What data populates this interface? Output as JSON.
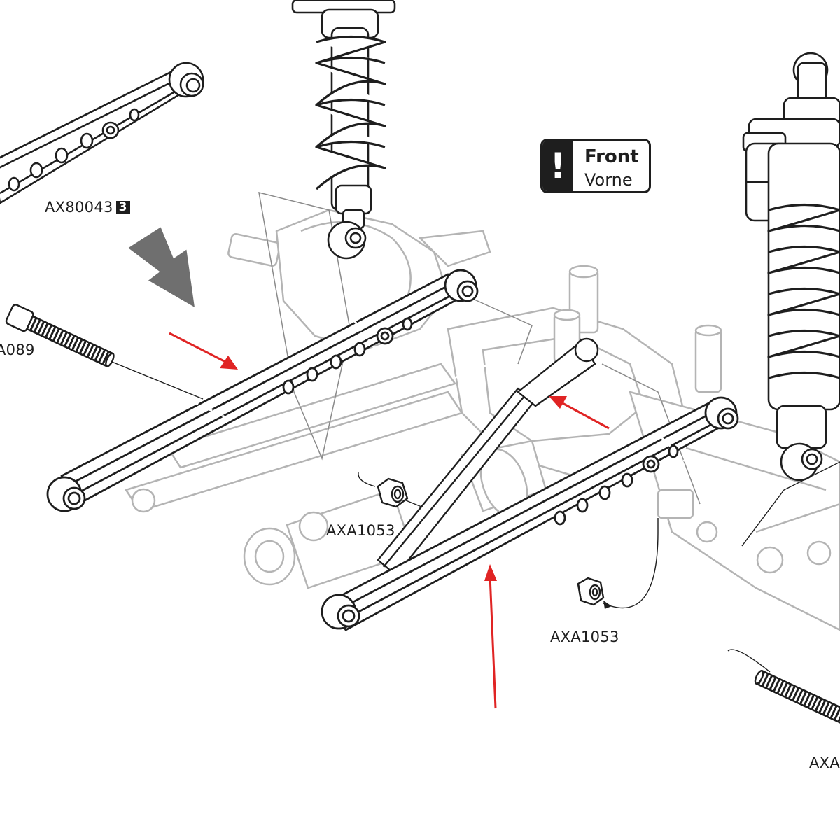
{
  "notice": {
    "icon": "exclamation-icon",
    "symbol": "!",
    "line1": "Front",
    "line2": "Vorne"
  },
  "parts": {
    "link_top": {
      "code": "AX80043",
      "quantity": "3"
    },
    "screw_left": {
      "code": "A089"
    },
    "nut_center": {
      "code": "AXA1053"
    },
    "nut_right": {
      "code": "AXA1053"
    },
    "screw_right": {
      "code": "AXA"
    }
  },
  "colors": {
    "line": "#1e1e1e",
    "ghost": "#b4b4b4",
    "callout_arrow": "#e02424",
    "direction_arrow": "#6f6f6f"
  },
  "callouts": {
    "count": 3,
    "meaning": "red arrows point at the highlighted suspension links"
  }
}
